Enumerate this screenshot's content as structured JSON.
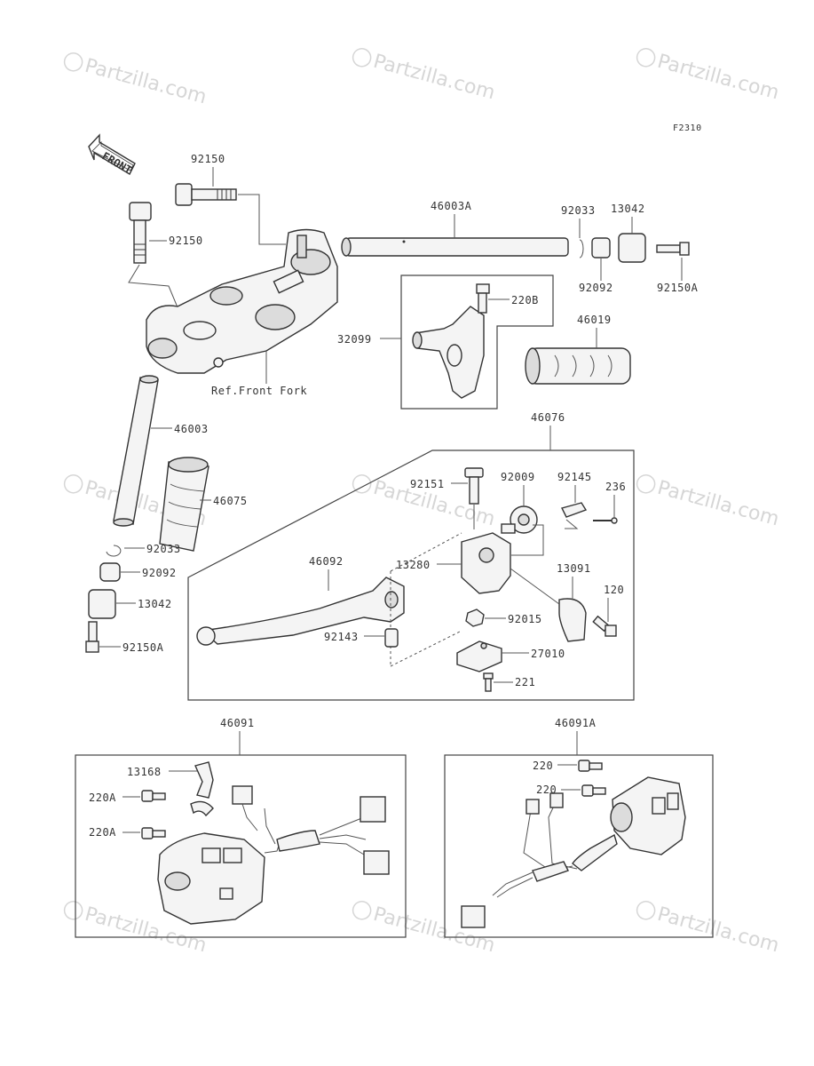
{
  "figure_code": "F2310",
  "watermark": "Partzilla.com",
  "front_arrow_label": "FRONT",
  "labels": {
    "top_bolt": "92150",
    "left_bolt": "92150",
    "handlebar_right": "46003A",
    "circlip_right": "92033",
    "weight_right": "13042",
    "collar_right": "92092",
    "screw_right": "92150A",
    "throttle_screw": "220B",
    "throttle_housing": "32099",
    "grip_right": "46019",
    "ref_front_fork": "Ref.Front Fork",
    "handlebar_left": "46003",
    "grip_left": "46075",
    "circlip_left": "92033",
    "collar_left": "92092",
    "weight_left": "13042",
    "screw_left": "92150A",
    "lever_assy": "46076",
    "bolt_92151": "92151",
    "adjuster_92009": "92009",
    "spring_92145": "92145",
    "pin_236": "236",
    "lever_46092": "46092",
    "holder_13280": "13280",
    "clamp_13091": "13091",
    "bolt_120": "120",
    "nut_92015": "92015",
    "collar_92143": "92143",
    "switch_27010": "27010",
    "screw_221": "221",
    "switch_left": "46091",
    "clamp_13168": "13168",
    "screw_220A_1": "220A",
    "screw_220A_2": "220A",
    "switch_right": "46091A",
    "screw_220_1": "220",
    "screw_220_2": "220"
  }
}
